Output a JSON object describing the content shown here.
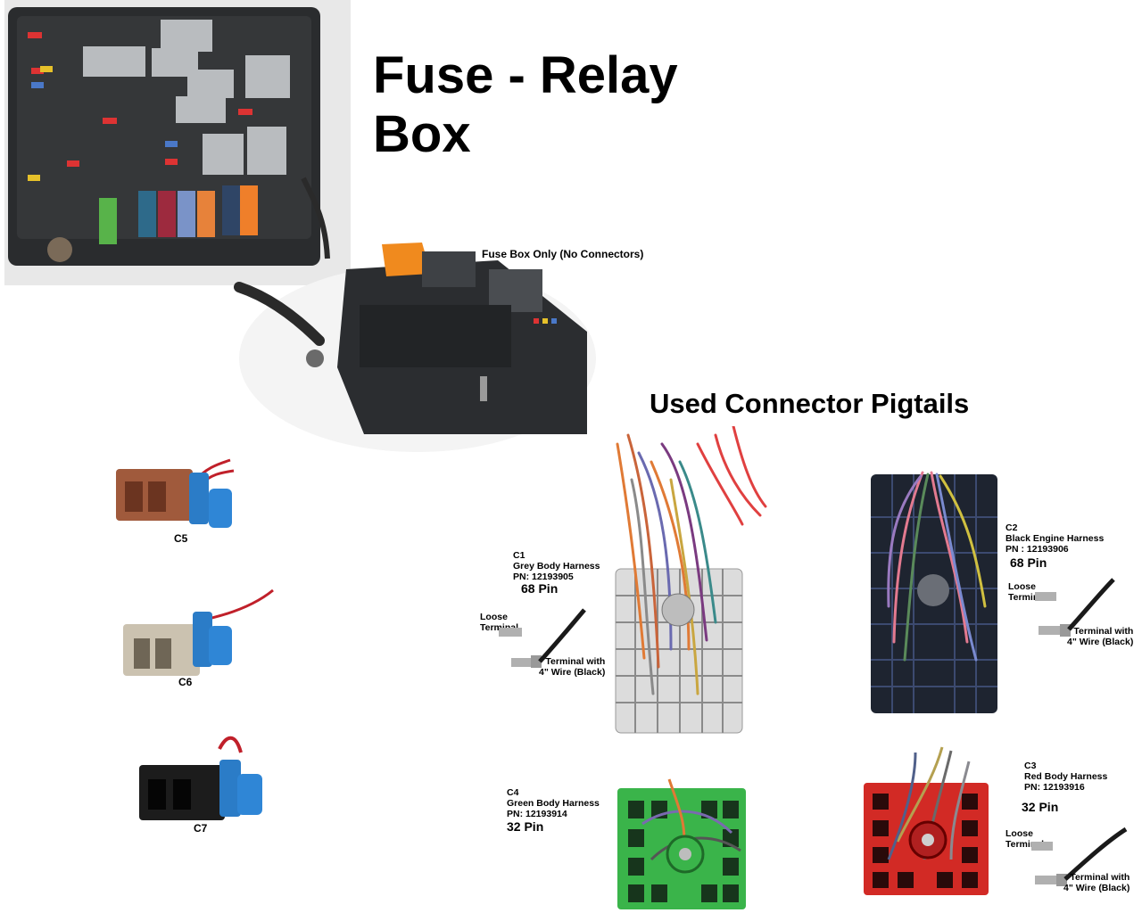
{
  "title": {
    "line1": "Fuse - Relay",
    "line2": "Box"
  },
  "photo_caption": "Fuse Box Only (No Connectors)",
  "pigtails_heading": "Used Connector Pigtails",
  "small_connectors": [
    {
      "label": "C5",
      "color": "#a05a3c"
    },
    {
      "label": "C6",
      "color": "#cbc2b0"
    },
    {
      "label": "C7",
      "color": "#1c1c1c"
    }
  ],
  "connectors": {
    "c1": {
      "id": "C1",
      "name": "Grey Body Harness",
      "pn": "PN: 12193905",
      "pins": "68 Pin",
      "color": "#dcdcdc"
    },
    "c2": {
      "id": "C2",
      "name": "Black Engine Harness",
      "pn": "PN : 12193906",
      "pins": "68 Pin",
      "color": "#1e2430"
    },
    "c3": {
      "id": "C3",
      "name": "Red Body Harness",
      "pn": "PN: 12193916",
      "pins": "32 Pin",
      "color": "#d22a25"
    },
    "c4": {
      "id": "C4",
      "name": "Green Body Harness",
      "pn": "PN: 12193914",
      "pins": "32 Pin",
      "color": "#3ab44a"
    }
  },
  "terminal": {
    "loose_line1": "Loose",
    "loose_line2": "Terminal",
    "wire_line1": "Terminal with",
    "wire_line2": "4\" Wire (Black)"
  }
}
